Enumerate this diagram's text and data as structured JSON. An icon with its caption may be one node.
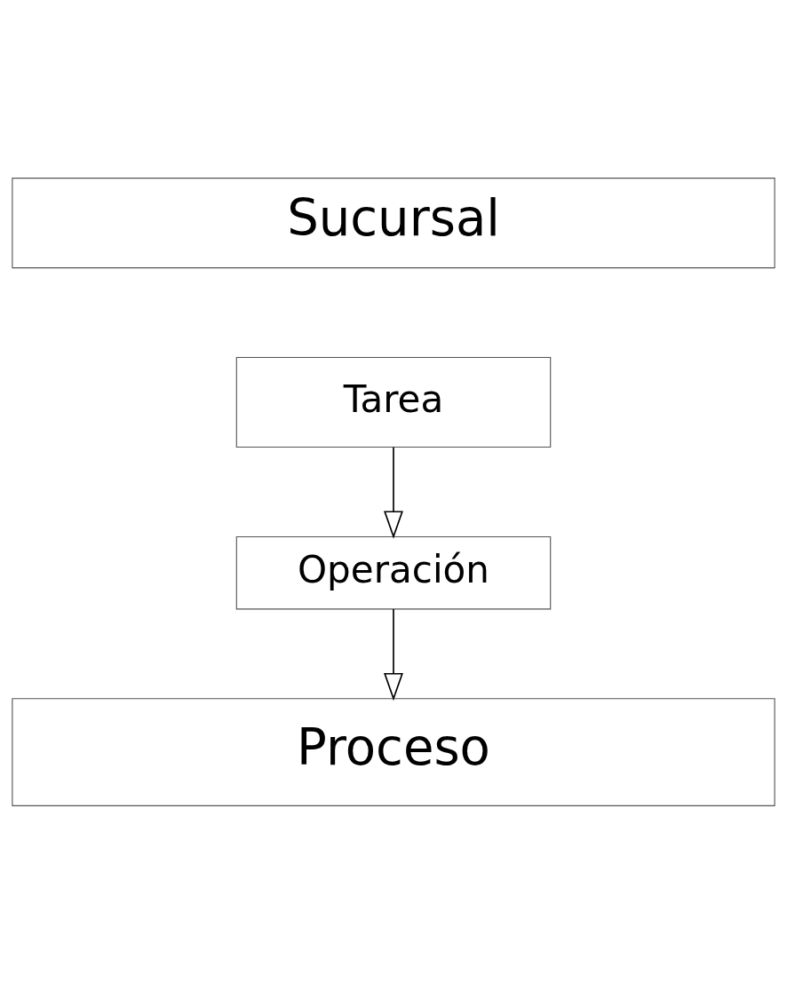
{
  "diagram": {
    "nodes": [
      {
        "text": [
          "Sucursal"
        ]
      },
      {
        "text": [
          "Tarea"
        ]
      },
      {
        "text": [
          "Operación"
        ]
      },
      {
        "text": [
          "Proceso"
        ]
      }
    ],
    "edges": [
      {
        "from": 1,
        "to": 2,
        "arrow": "to"
      },
      {
        "from": 2,
        "to": 3,
        "arrow": "to"
      }
    ]
  }
}
